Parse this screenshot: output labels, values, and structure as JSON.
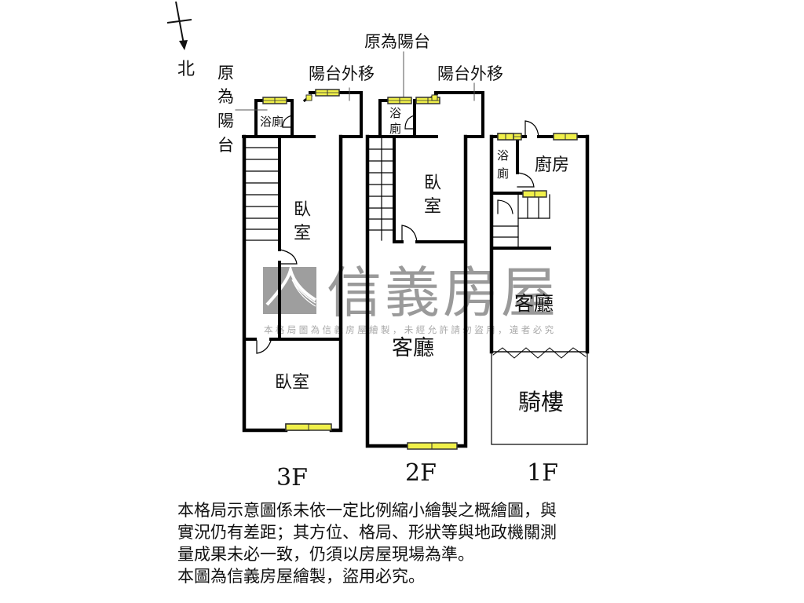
{
  "compass": {
    "label": "北",
    "icon": "north-arrow-icon"
  },
  "watermark": {
    "brand": "信義房屋",
    "logo_icon": "sinyi-logo-icon",
    "subtitle": "本格局圖為信義房屋繪製，未經允許請勿盜用，違者必究",
    "color": "#9a9a9a"
  },
  "colors": {
    "wall": "#000000",
    "window_fill": "#f0f04a",
    "window_stroke": "#333333"
  },
  "floors": [
    {
      "id": "3F",
      "label": "3F",
      "annotations": [
        "原為陽台",
        "陽台外移"
      ],
      "annotation_vertical": [
        "原",
        "為",
        "陽",
        "台"
      ],
      "rooms": [
        {
          "name": "浴廁",
          "chars": [
            "浴",
            "廁"
          ]
        },
        {
          "name": "臥室",
          "chars": [
            "臥",
            "室"
          ]
        },
        {
          "name": "臥室",
          "chars": [
            "臥室"
          ]
        }
      ]
    },
    {
      "id": "2F",
      "label": "2F",
      "annotations": [
        "原為陽台",
        "陽台外移"
      ],
      "rooms": [
        {
          "name": "浴廁",
          "chars": [
            "浴",
            "廁"
          ]
        },
        {
          "name": "臥室",
          "chars": [
            "臥",
            "室"
          ]
        },
        {
          "name": "客廳",
          "chars": [
            "客廳"
          ]
        }
      ]
    },
    {
      "id": "1F",
      "label": "1F",
      "rooms": [
        {
          "name": "浴廁",
          "chars": [
            "浴",
            "廁"
          ]
        },
        {
          "name": "廚房",
          "chars": [
            "廚房"
          ]
        },
        {
          "name": "客廳",
          "chars": [
            "客廳"
          ]
        },
        {
          "name": "騎樓",
          "chars": [
            "騎樓"
          ]
        }
      ]
    }
  ],
  "notes": [
    "本格局示意圖係未依一定比例縮小繪製之概繪圖，與",
    "實況仍有差距；其方位、格局、形狀等與地政機關測",
    "量成果未必一致，仍須以房屋現場為準。",
    "本圖為信義房屋繪製，盜用必究。"
  ]
}
